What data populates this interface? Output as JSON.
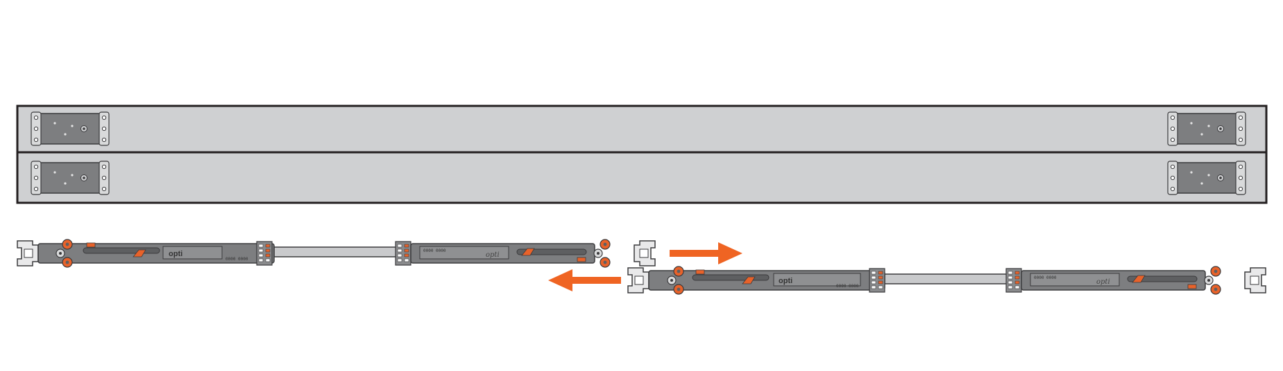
{
  "figure": {
    "colors": {
      "panel_fill": "#cfd0d2",
      "panel_stroke": "#231f20",
      "bracket_fill": "#7d7e80",
      "rail_fill": "#8a8b8d",
      "rail_dark": "#5e5f61",
      "arrow": "#ef6423",
      "accent_orange": "#e8622a"
    },
    "rails": [
      {
        "id": "upper",
        "labels": {
          "logo_left": "opti",
          "logo_right": "opti",
          "code_left": "0000 0000",
          "code_right": "0000 0000"
        }
      },
      {
        "id": "lower",
        "labels": {
          "logo_left": "opti",
          "logo_right": "opti",
          "code_left": "0000 0000",
          "code_right": "0000 0000"
        }
      }
    ],
    "arrows": [
      {
        "direction": "right",
        "icon": "arrow-right-icon"
      },
      {
        "direction": "left",
        "icon": "arrow-left-icon"
      }
    ]
  }
}
